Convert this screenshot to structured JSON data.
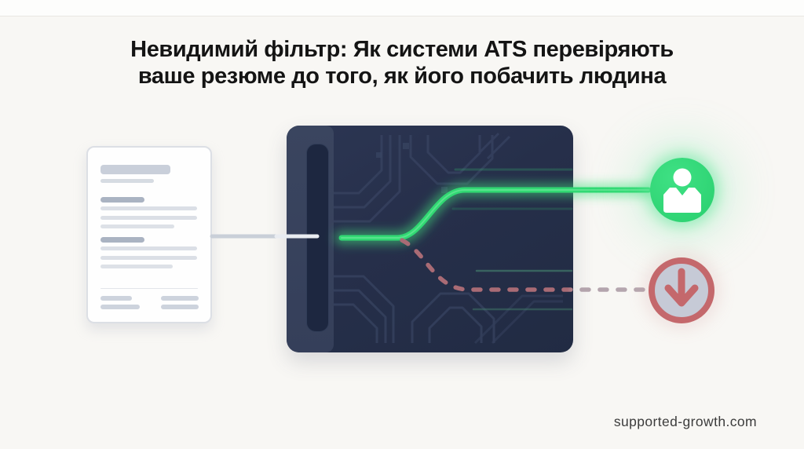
{
  "title": {
    "line1": "Невидимий фільтр: Як системи ATS перевіряють",
    "line2": "ваше резюме до того, як його побачить людина"
  },
  "footer": {
    "website": "supported-growth.com"
  },
  "diagram": {
    "nodes": {
      "input": "resume-document",
      "processor": "ats-scanner-box",
      "accepted": "person-inbox-icon",
      "rejected": "arrow-down-icon"
    },
    "flows": {
      "accepted_path": "solid-green",
      "rejected_path": "dashed-rose"
    },
    "colors": {
      "background": "#f8f7f4",
      "title_text": "#141414",
      "ats_box": "#262f4a",
      "ats_box_column": "#38435e",
      "ats_box_slot": "#1d2740",
      "circuit_trace": "#3c4866",
      "accepted_green": "#31d973",
      "rejected_rose": "#c4686c",
      "rejected_circle_fill": "#c6cad6",
      "dashed_line_inside": "#a96b75",
      "dashed_line_outside": "#b5a7af",
      "connector_gray": "#c9cfd8",
      "document_border": "#dcdfe5",
      "document_bar_dark": "#aab3c2",
      "document_bar_light": "#dbdfe6"
    }
  }
}
